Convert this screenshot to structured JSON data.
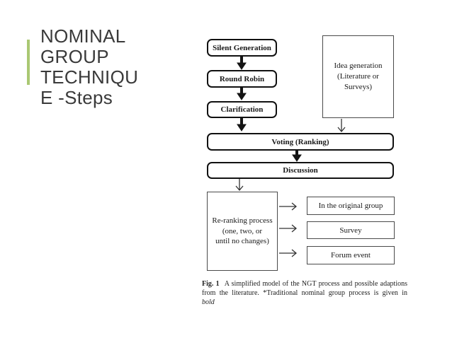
{
  "slide": {
    "title_lines": [
      "NOMINAL",
      "GROUP",
      "TECHNIQU",
      "E -Steps"
    ],
    "title_color": "#3a3a3a",
    "accent_color": "#aac873"
  },
  "diagram": {
    "nodes": {
      "silent_generation": {
        "label": "Silent Generation",
        "emphasis": "bold"
      },
      "round_robin": {
        "label": "Round Robin",
        "emphasis": "bold"
      },
      "clarification": {
        "label": "Clarification",
        "emphasis": "bold"
      },
      "voting": {
        "label": "Voting (Ranking)",
        "emphasis": "bold"
      },
      "discussion": {
        "label": "Discussion",
        "emphasis": "bold"
      },
      "idea_generation": {
        "lines": [
          "Idea generation",
          "(Literature or",
          "Surveys)"
        ]
      },
      "reranking": {
        "lines": [
          "Re-ranking process",
          "(one, two, or",
          "until no changes)"
        ]
      },
      "in_original_group": {
        "label": "In the original group"
      },
      "survey": {
        "label": "Survey"
      },
      "forum_event": {
        "label": "Forum event"
      }
    },
    "connectors": [
      {
        "from": "silent_generation",
        "to": "round_robin",
        "style": "bold-down"
      },
      {
        "from": "round_robin",
        "to": "clarification",
        "style": "bold-down"
      },
      {
        "from": "clarification",
        "to": "voting",
        "style": "bold-down"
      },
      {
        "from": "idea_generation",
        "to": "voting",
        "style": "thin-down"
      },
      {
        "from": "voting",
        "to": "discussion",
        "style": "bold-down"
      },
      {
        "from": "discussion",
        "to": "reranking",
        "style": "thin-down"
      },
      {
        "from": "reranking",
        "to": "in_original_group",
        "style": "thin-right"
      },
      {
        "from": "reranking",
        "to": "survey",
        "style": "thin-right"
      },
      {
        "from": "reranking",
        "to": "forum_event",
        "style": "thin-right"
      }
    ],
    "caption": {
      "fig_label": "Fig. 1",
      "line1": "A simplified model of the NGT process and possible adaptions",
      "line2": "from the literature. *Traditional nominal group process is given in",
      "line3_italic": "bold"
    }
  }
}
